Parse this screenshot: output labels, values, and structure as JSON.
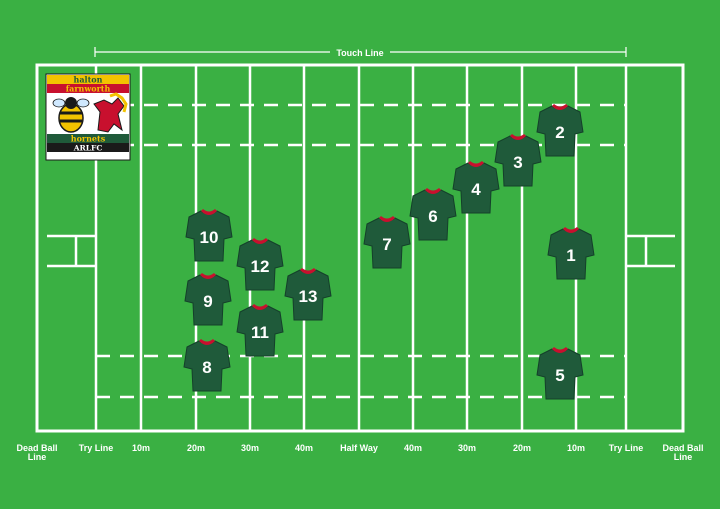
{
  "touch_line_label": "Touch Line",
  "bottom_labels": [
    {
      "l1": "Dead Ball",
      "l2": "Line"
    },
    {
      "l1": "Try Line",
      "l2": ""
    },
    {
      "l1": "10m",
      "l2": ""
    },
    {
      "l1": "20m",
      "l2": ""
    },
    {
      "l1": "30m",
      "l2": ""
    },
    {
      "l1": "40m",
      "l2": ""
    },
    {
      "l1": "Half Way",
      "l2": ""
    },
    {
      "l1": "40m",
      "l2": ""
    },
    {
      "l1": "30m",
      "l2": ""
    },
    {
      "l1": "20m",
      "l2": ""
    },
    {
      "l1": "10m",
      "l2": ""
    },
    {
      "l1": "Try Line",
      "l2": ""
    },
    {
      "l1": "Dead Ball",
      "l2": "Line"
    }
  ],
  "players": [
    "1",
    "2",
    "3",
    "4",
    "5",
    "6",
    "7",
    "8",
    "9",
    "10",
    "11",
    "12",
    "13"
  ],
  "logo": {
    "line1": "halton",
    "line2": "farnworth",
    "line3": "hornets",
    "line4": "ARLFC"
  },
  "colors": {
    "pitch": "#3ab043",
    "lines": "#ffffff",
    "shirt": "#1f5a3a",
    "collar": "#c8102e"
  }
}
